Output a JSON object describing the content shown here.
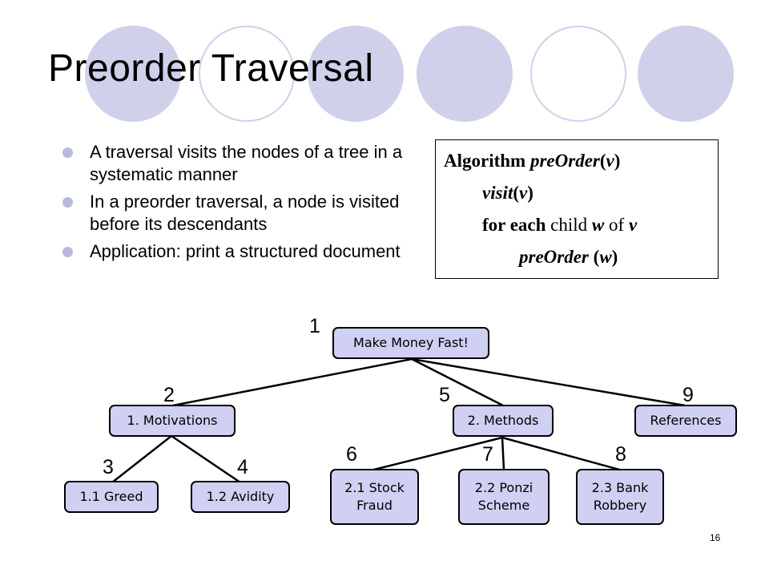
{
  "slide": {
    "title": "Preorder Traversal",
    "page_number": "16",
    "bullets": [
      "A traversal visits the nodes of a tree in a systematic manner",
      "In a preorder traversal, a node is visited before its descendants",
      "Application: print a structured document"
    ],
    "colors": {
      "circle_fill": "#cfd0ea",
      "node_fill": "#cfd0f2",
      "bullet": "#b8badd"
    }
  },
  "algorithm": {
    "l1_kw": "Algorithm",
    "l1_fn": "preOrder",
    "l1_arg": "v",
    "l2_fn": "visit",
    "l2_arg": "v",
    "l3_kw": "for each",
    "l3_txt1": "child",
    "l3_w": "w",
    "l3_txt2": "of",
    "l3_v": "v",
    "l4_fn": "preOrder",
    "l4_arg": "w"
  },
  "tree": {
    "nodes": [
      {
        "id": "root",
        "label": "Make Money Fast!",
        "order": "1"
      },
      {
        "id": "motivations",
        "label": "1. Motivations",
        "order": "2"
      },
      {
        "id": "greed",
        "label": "1.1 Greed",
        "order": "3"
      },
      {
        "id": "avidity",
        "label": "1.2 Avidity",
        "order": "4"
      },
      {
        "id": "methods",
        "label": "2. Methods",
        "order": "5"
      },
      {
        "id": "stock",
        "label": "2.1 Stock\nFraud",
        "order": "6"
      },
      {
        "id": "ponzi",
        "label": "2.2 Ponzi\nScheme",
        "order": "7"
      },
      {
        "id": "bank",
        "label": "2.3 Bank\nRobbery",
        "order": "8"
      },
      {
        "id": "references",
        "label": "References",
        "order": "9"
      }
    ]
  }
}
